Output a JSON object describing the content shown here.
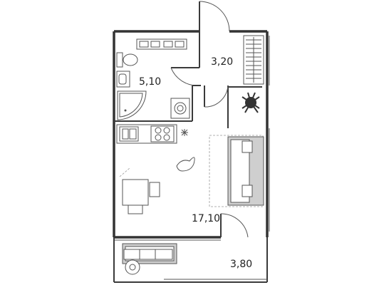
{
  "plan": {
    "rooms": [
      {
        "id": "bathroom",
        "area_label": "5,10"
      },
      {
        "id": "hallway",
        "area_label": "3,20"
      },
      {
        "id": "living-room",
        "area_label": "17,10"
      },
      {
        "id": "balcony",
        "area_label": "3,80"
      }
    ],
    "colors": {
      "wall": "#3a3a3a",
      "furniture_fill": "#cfcfcf",
      "background": "#ffffff"
    }
  }
}
